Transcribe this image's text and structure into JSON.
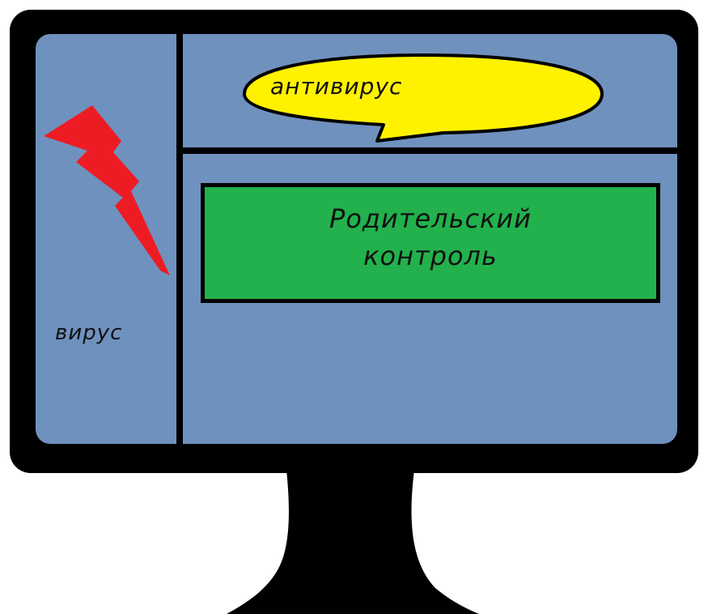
{
  "colors": {
    "frame": "#000000",
    "screen": "#6f91be",
    "bubble": "#fff200",
    "control_box": "#22b14c",
    "bolt": "#ed1c24",
    "background": "#ffffff"
  },
  "screen": {
    "left_panel": {
      "icon": "lightning-bolt-icon",
      "label": "вирус"
    },
    "top_panel": {
      "bubble_icon": "speech-bubble",
      "bubble_text": "антивирус"
    },
    "main_panel": {
      "box_line1": "Родительский",
      "box_line2": "контроль"
    }
  }
}
